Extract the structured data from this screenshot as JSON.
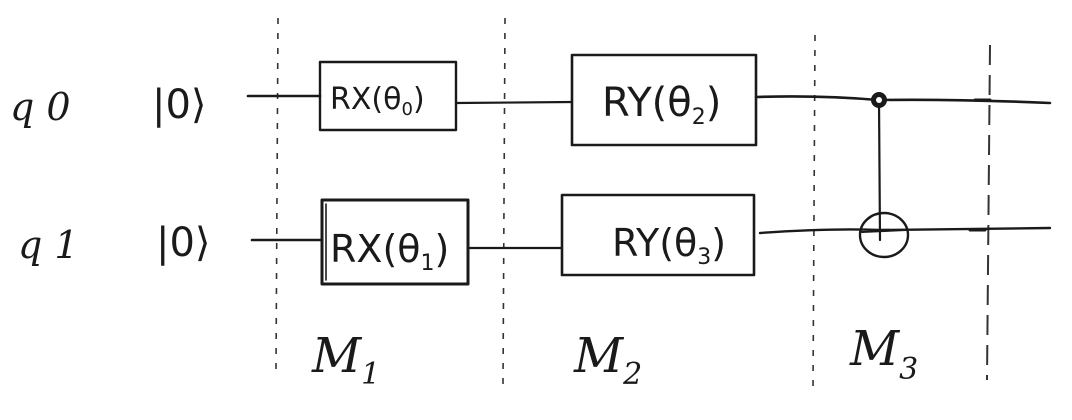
{
  "qubits": [
    {
      "label": "q 0",
      "init": "|0⟩"
    },
    {
      "label": "q 1",
      "init": "|0⟩"
    }
  ],
  "gates": {
    "rx0": {
      "name": "RX",
      "param": "θ",
      "sub": "0"
    },
    "rx1": {
      "name": "RX",
      "param": "θ",
      "sub": "1"
    },
    "ry2": {
      "name": "RY",
      "param": "θ",
      "sub": "2"
    },
    "ry3": {
      "name": "RY",
      "param": "θ",
      "sub": "3"
    }
  },
  "moments": [
    {
      "letter": "M",
      "sub": "1"
    },
    {
      "letter": "M",
      "sub": "2"
    },
    {
      "letter": "M",
      "sub": "3"
    }
  ],
  "colors": {
    "ink": "#1a1a1a",
    "background": "#ffffff"
  }
}
